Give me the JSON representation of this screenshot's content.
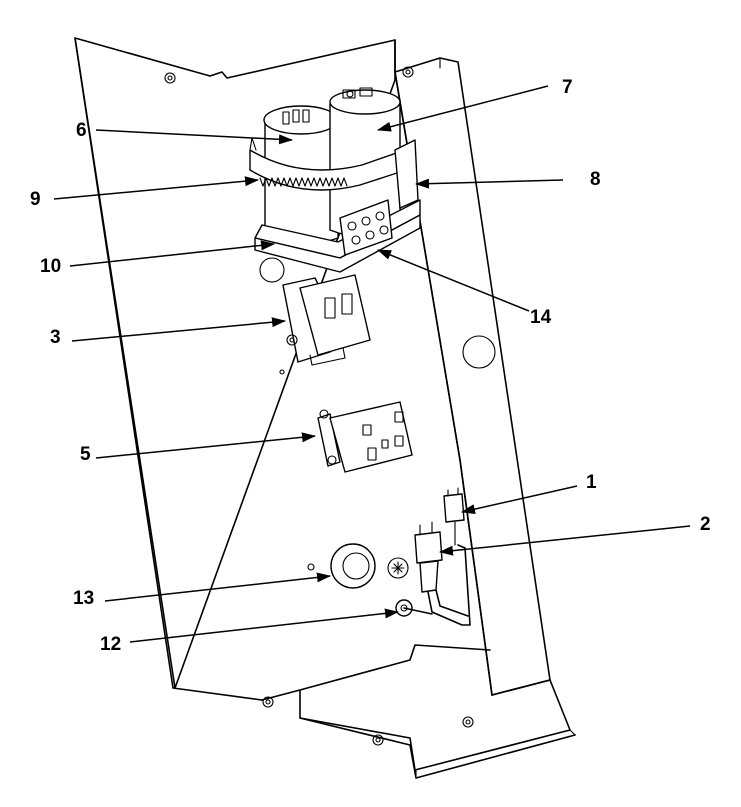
{
  "callouts": [
    "1",
    "2",
    "3",
    "5",
    "6",
    "7",
    "8",
    "9",
    "10",
    "12",
    "13",
    "14"
  ]
}
